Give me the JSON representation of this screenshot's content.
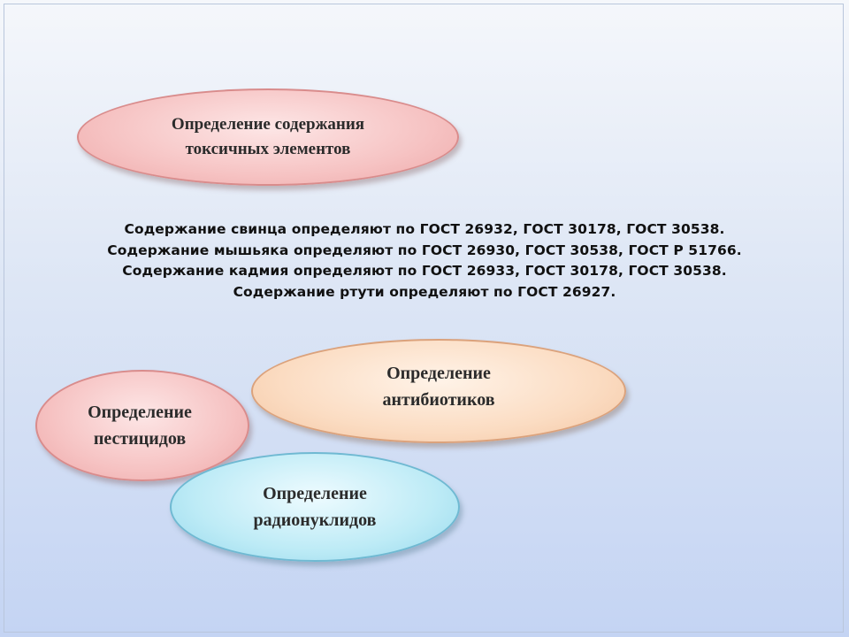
{
  "ovals": {
    "toxic": {
      "line1": "Определение содержания",
      "line2": "токсичных элементов"
    },
    "antibiotics": {
      "line1": "Определение",
      "line2": "антибиотиков"
    },
    "pesticides": {
      "line1": "Определение",
      "line2": "пестицидов"
    },
    "radionuclides": {
      "line1": "Определение",
      "line2": "радионуклидов"
    }
  },
  "gost_lines": [
    "Содержание свинца определяют по ГОСТ 26932, ГОСТ 30178, ГОСТ 30538.",
    "Содержание мышьяка определяют по ГОСТ 26930, ГОСТ 30538, ГОСТ Р 51766.",
    "Содержание кадмия определяют по ГОСТ 26933, ГОСТ 30178, ГОСТ 30538.",
    "Содержание ртути определяют по ГОСТ 26927."
  ],
  "colors": {
    "pink_oval": "#f6c3c3",
    "peach_oval": "#fbdcc2",
    "cyan_oval": "#bdebf6",
    "background_bottom": "#c4d4f3"
  }
}
